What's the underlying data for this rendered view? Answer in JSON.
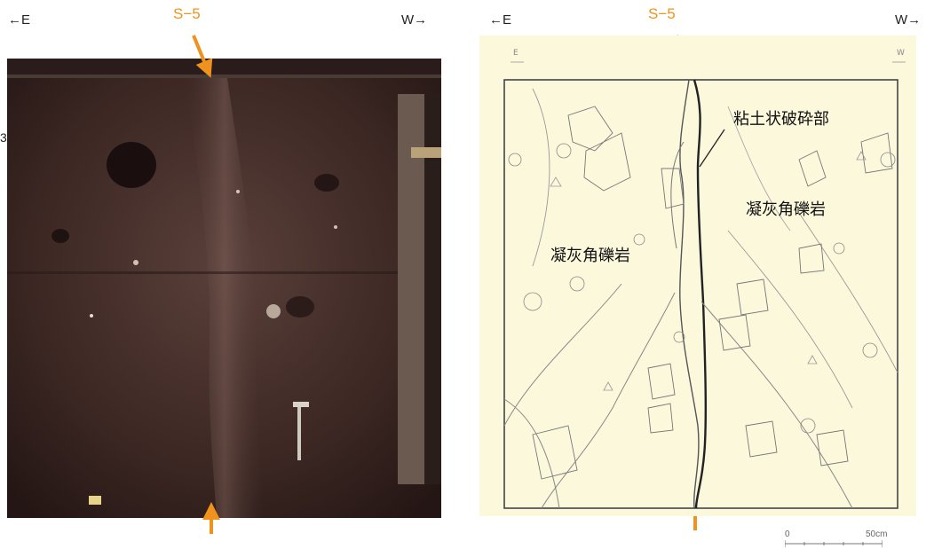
{
  "photo": {
    "dir_left": "←E",
    "dir_right": "W→",
    "section_label": "S−5"
  },
  "sketch": {
    "dir_left": "←E",
    "dir_right": "W→",
    "section_label": "S−5",
    "labels": {
      "clay_fault": "粘土状破砕部",
      "tuff_breccia_right": "凝灰角礫岩",
      "tuff_breccia_left": "凝灰角礫岩"
    },
    "scale": {
      "start": "0",
      "end": "50cm"
    }
  },
  "colors": {
    "arrow": "#f0921e",
    "photo_bg": "#3b2622",
    "sketch_bg": "#fbf8dc"
  }
}
